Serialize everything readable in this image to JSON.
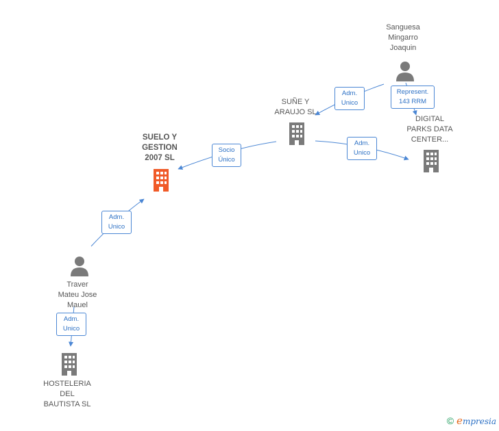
{
  "nodes": {
    "sanguesa": {
      "lines": [
        "Sanguesa",
        "Mingarro",
        "Joaquin"
      ],
      "type": "person"
    },
    "sune": {
      "lines": [
        "SUÑE Y",
        "ARAUJO SL"
      ],
      "type": "company"
    },
    "digital": {
      "lines": [
        "DIGITAL",
        "PARKS DATA",
        "CENTER..."
      ],
      "type": "company"
    },
    "suelo": {
      "lines": [
        "SUELO Y",
        "GESTION",
        "2007 SL"
      ],
      "type": "company-focus"
    },
    "traver": {
      "lines": [
        "Traver",
        "Mateu Jose",
        "Mauel"
      ],
      "type": "person"
    },
    "hosteleria": {
      "lines": [
        "HOSTELERIA",
        "DEL",
        "BAUTISTA SL"
      ],
      "type": "company"
    }
  },
  "edges": {
    "sanguesa_sune": [
      "Adm.",
      "Unico"
    ],
    "sanguesa_digital": [
      "Represent.",
      "143 RRM"
    ],
    "sune_digital": [
      "Adm.",
      "Unico"
    ],
    "sune_suelo": [
      "Socio",
      "Único"
    ],
    "traver_suelo": [
      "Adm.",
      "Unico"
    ],
    "traver_hosteleria": [
      "Adm.",
      "Unico"
    ]
  },
  "colors": {
    "edge": "#4a86d4",
    "edge_text": "#2a6fc4",
    "company_icon": "#7a7a7a",
    "focus_icon": "#f05a28",
    "person_icon": "#7a7a7a"
  },
  "icons": {
    "person": "person-icon",
    "company": "building-icon",
    "copyright": "©"
  },
  "footer": {
    "brand_initial": "e",
    "brand_rest": "mpresia"
  }
}
